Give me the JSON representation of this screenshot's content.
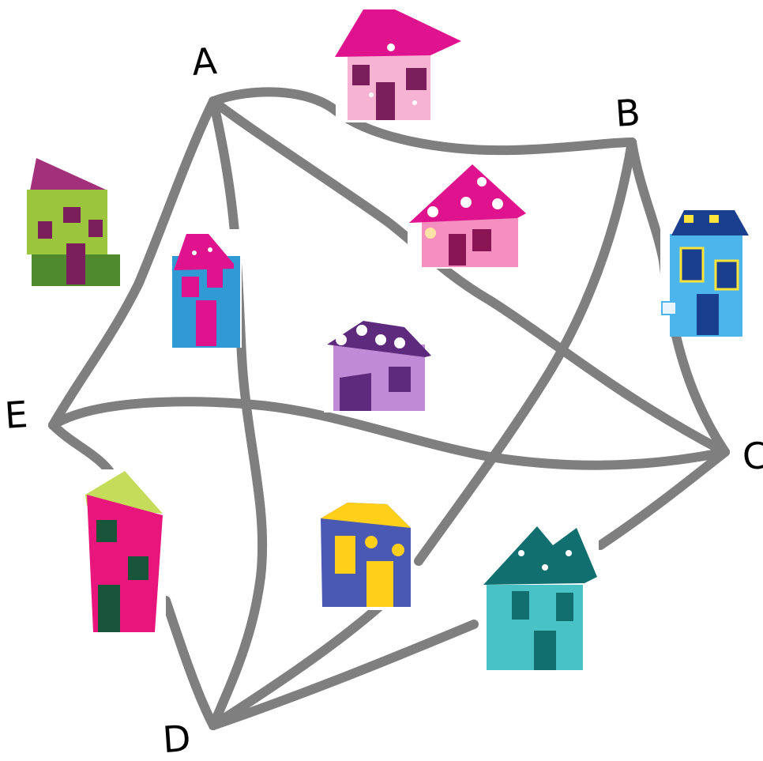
{
  "nodes": [
    {
      "id": "A",
      "label": "A"
    },
    {
      "id": "B",
      "label": "B"
    },
    {
      "id": "C",
      "label": "C"
    },
    {
      "id": "D",
      "label": "D"
    },
    {
      "id": "E",
      "label": "E"
    }
  ],
  "edges": [
    [
      "A",
      "B"
    ],
    [
      "A",
      "E"
    ],
    [
      "A",
      "D"
    ],
    [
      "A",
      "C"
    ],
    [
      "B",
      "C"
    ],
    [
      "B",
      "D"
    ],
    [
      "E",
      "C"
    ],
    [
      "E",
      "D"
    ],
    [
      "D",
      "C"
    ]
  ],
  "colors": {
    "road": "#7f7f7f",
    "background": "#ffffff"
  },
  "houses": [
    {
      "name": "pink-hearts-house-icon"
    },
    {
      "name": "pink-flowers-house-icon"
    },
    {
      "name": "green-striped-house-icon"
    },
    {
      "name": "blue-striped-house-icon"
    },
    {
      "name": "purple-flower-house-icon"
    },
    {
      "name": "light-blue-checked-house-icon"
    },
    {
      "name": "pink-tall-house-icon"
    },
    {
      "name": "navy-yellow-house-icon"
    },
    {
      "name": "teal-checkered-house-icon"
    }
  ]
}
